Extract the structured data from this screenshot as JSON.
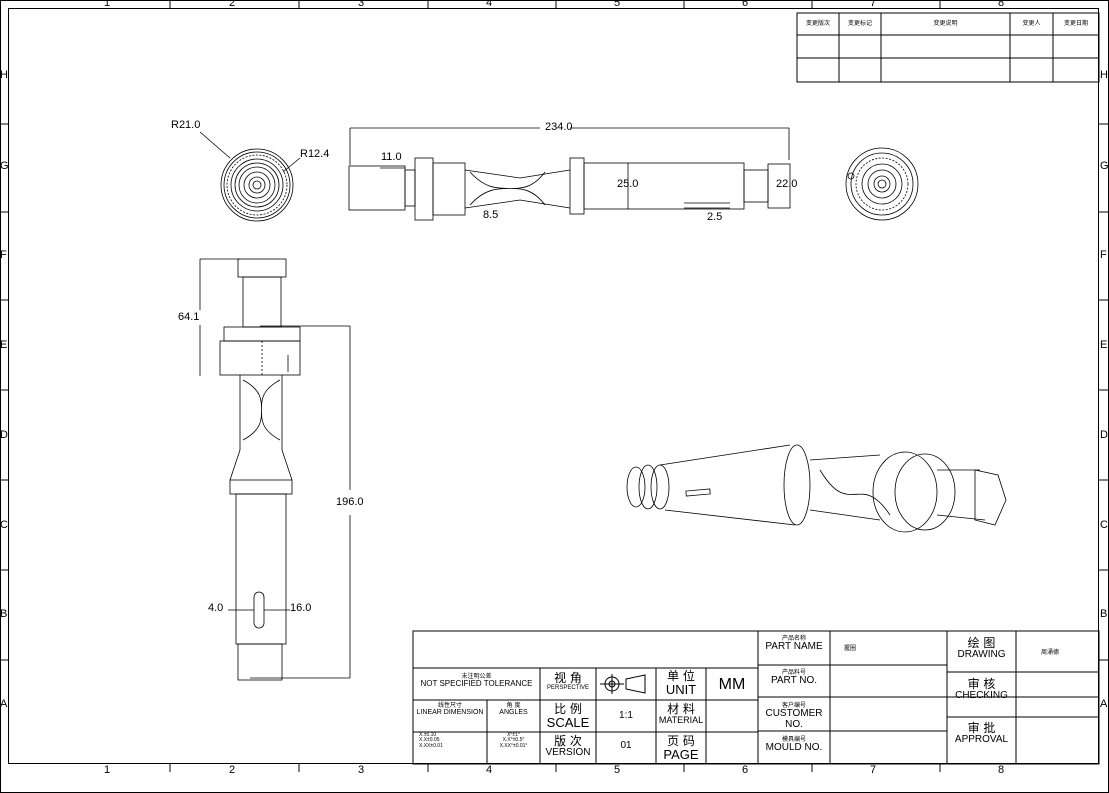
{
  "frame": {
    "columns": [
      "1",
      "2",
      "3",
      "4",
      "5",
      "6",
      "7",
      "8"
    ],
    "rows": [
      "H",
      "G",
      "F",
      "E",
      "D",
      "C",
      "B",
      "A"
    ]
  },
  "revision_table": {
    "headers": [
      "变更版次",
      "变更标记",
      "变更说明",
      "变更人",
      "变更日期"
    ]
  },
  "dimensions": {
    "r21": "R21.0",
    "r12": "R12.4",
    "len234": "234.0",
    "d11": "11.0",
    "d25": "25.0",
    "d8": "8.5",
    "d2": "2.5",
    "d22": "22.0",
    "d64": "64.1",
    "d196": "196.0",
    "d4": "4.0",
    "d16": "16.0"
  },
  "title_block": {
    "part_name_cn": "产品名称",
    "part_name_en": "PART NAME",
    "part_name_value": "握圈",
    "drawing_cn": "绘 图",
    "drawing_en": "DRAWING",
    "drawing_value": "周涌德",
    "part_no_cn": "产品料号",
    "part_no_en": "PART NO.",
    "checking_cn": "审 核",
    "checking_en": "CHECKING",
    "customer_cn": "客户编号",
    "customer_en": "CUSTOMER NO.",
    "approval_cn": "审 批",
    "approval_en": "APPROVAL",
    "mould_cn": "模具编号",
    "mould_en": "MOULD NO.",
    "tol_cn": "未注明公差",
    "tol_en": "NOT SPECIFIED TOLERANCE",
    "lin_cn": "线性尺寸",
    "lin_en": "LINEAR DIMENSION",
    "ang_cn": "角 度",
    "ang_en": "ANGLES",
    "lin_values": [
      "X.±0.10",
      "X.X±0.05",
      "X.XX±0.01"
    ],
    "ang_values": [
      "X°±1°",
      "X.X°±0.5°",
      "X.XX°±0.01°"
    ],
    "perspective_cn": "视 角",
    "perspective_en": "PERSPECTIVE",
    "scale_cn": "比 例",
    "scale_en": "SCALE",
    "scale_value": "1:1",
    "version_cn": "版 次",
    "version_en": "VERSION",
    "version_value": "01",
    "unit_cn": "单 位",
    "unit_en": "UNIT",
    "unit_value": "MM",
    "material_cn": "材 料",
    "material_en": "MATERIAL",
    "page_cn": "页 码",
    "page_en": "PAGE"
  }
}
